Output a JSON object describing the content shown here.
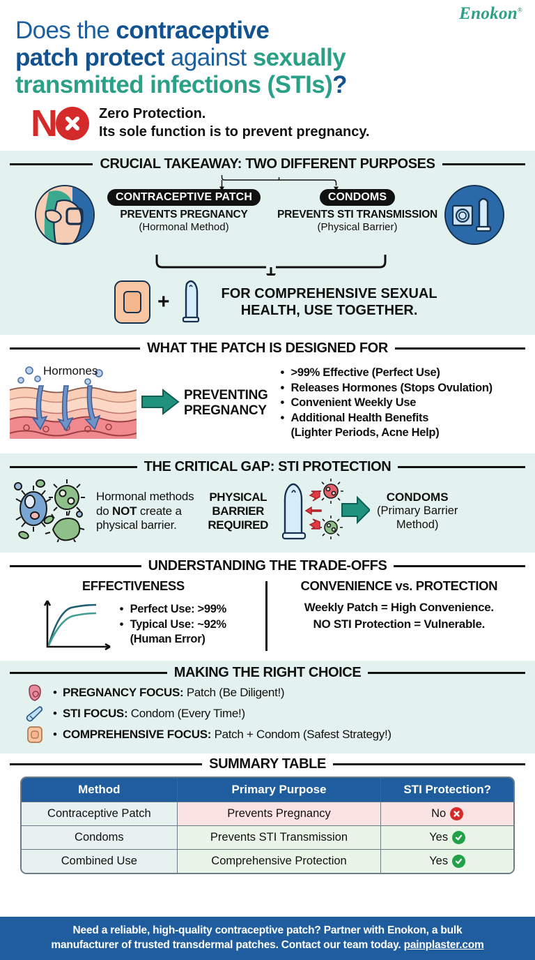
{
  "brand": {
    "name": "Enokon",
    "tm": "®"
  },
  "hero": {
    "line1_a": "Does the ",
    "line1_b": "contraceptive",
    "line2_a": "patch protect",
    "line2_b": " against ",
    "line2_c": "sexually",
    "line3_a": "transmitted infections (STIs)",
    "line3_b": "?",
    "answer_mark": "NO",
    "answer_icon": "red-x-circle-icon",
    "answer_line1": "Zero Protection.",
    "answer_line2": "Its sole function is to prevent pregnancy."
  },
  "section1": {
    "title": "CRUCIAL TAKEAWAY: TWO DIFFERENT PURPOSES",
    "left": {
      "pill": "CONTRACEPTIVE PATCH",
      "line1": "PREVENTS PREGNANCY",
      "line2": "(Hormonal Method)",
      "icon": "patch-on-arm-icon"
    },
    "right": {
      "pill": "CONDOMS",
      "line1": "PREVENTS STI TRANSMISSION",
      "line2": "(Physical Barrier)",
      "icon": "condom-pack-icon"
    },
    "combo_plus": "+",
    "combo_line1": "FOR COMPREHENSIVE SEXUAL",
    "combo_line2": "HEALTH, USE TOGETHER."
  },
  "section2": {
    "title": "WHAT THE PATCH IS DESIGNED FOR",
    "diagram_label": "Hormones",
    "arrow_target_line1": "PREVENTING",
    "arrow_target_line2": "PREGNANCY",
    "bullets": [
      ">99% Effective (Perfect Use)",
      "Releases Hormones (Stops Ovulation)",
      "Convenient Weekly Use",
      "Additional Health Benefits"
    ],
    "bullet_sub": "(Lighter Periods, Acne Help)"
  },
  "section3": {
    "title": "THE CRITICAL GAP: STI PROTECTION",
    "left_a": "Hormonal methods",
    "left_b_pre": "do ",
    "left_b_bold": "NOT",
    "left_b_post": " create a",
    "left_c": "physical barrier.",
    "barrier_line1": "PHYSICAL",
    "barrier_line2": "BARRIER",
    "barrier_line3": "REQUIRED",
    "right_head": "CONDOMS",
    "right_line1": "(Primary Barrier",
    "right_line2": "Method)"
  },
  "section4": {
    "title": "UNDERSTANDING THE TRADE-OFFS",
    "left_head": "EFFECTIVENESS",
    "left_bullets": [
      "Perfect Use: >99%",
      "Typical Use: ~92%"
    ],
    "left_sub": "(Human Error)",
    "right_head": "CONVENIENCE vs. PROTECTION",
    "right_line1": "Weekly Patch = High Convenience.",
    "right_line2": "NO STI Protection = Vulnerable."
  },
  "section5": {
    "title": "MAKING THE RIGHT CHOICE",
    "items": [
      {
        "icon": "uterus-icon",
        "bold": "PREGNANCY FOCUS:",
        "rest": " Patch (Be Diligent!)"
      },
      {
        "icon": "condom-icon",
        "bold": "STI FOCUS:",
        "rest": " Condom (Every Time!)"
      },
      {
        "icon": "patch-icon",
        "bold": "COMPREHENSIVE FOCUS:",
        "rest": " Patch + Condom (Safest Strategy!)"
      }
    ]
  },
  "section6": {
    "title": "SUMMARY TABLE",
    "headers": [
      "Method",
      "Primary Purpose",
      "STI Protection?"
    ],
    "rows": [
      {
        "method": "Contraceptive Patch",
        "purpose": "Prevents Pregnancy",
        "protection": "No",
        "badge": "x-badge"
      },
      {
        "method": "Condoms",
        "purpose": "Prevents STI Transmission",
        "protection": "Yes",
        "badge": "check-badge"
      },
      {
        "method": "Combined Use",
        "purpose": "Comprehensive Protection",
        "protection": "Yes",
        "badge": "check-badge"
      }
    ]
  },
  "footer": {
    "line1": "Need a reliable, high-quality contraceptive patch? Partner with Enokon, a bulk",
    "line2": "manufacturer of trusted transdermal patches. Contact our team today. ",
    "link": "painplaster.com"
  },
  "chart_data": {
    "type": "line",
    "title": "EFFECTIVENESS",
    "series": [
      {
        "name": "Perfect Use",
        "label": "Perfect Use: >99%",
        "value": 99
      },
      {
        "name": "Typical Use",
        "label": "Typical Use: ~92%",
        "value": 92
      }
    ],
    "xlabel": "",
    "ylabel": "",
    "grid": false,
    "legend": "none"
  },
  "colors": {
    "brand_teal": "#2aa086",
    "headline_blue": "#12538f",
    "alert_red": "#d42a2a",
    "band_mint": "#e4f2ef",
    "table_header_blue": "#1f5d9e",
    "yes_green": "#21a148"
  }
}
